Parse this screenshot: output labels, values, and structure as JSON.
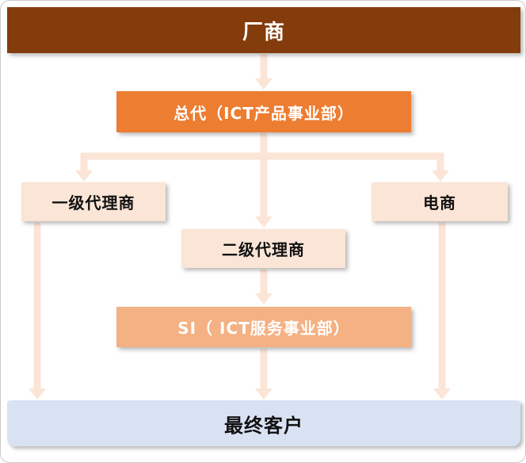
{
  "diagram": {
    "nodes": {
      "manufacturer": {
        "label": "厂商"
      },
      "general_agent": {
        "label": "总代（ICT产品事业部）"
      },
      "tier1_agent": {
        "label": "一级代理商"
      },
      "tier2_agent": {
        "label": "二级代理商"
      },
      "ecommerce": {
        "label": "电商"
      },
      "si": {
        "label": "SI（ ICT服务事业部）"
      },
      "final_customer": {
        "label": "最终客户"
      }
    },
    "connections": [
      {
        "from": "manufacturer",
        "to": "general_agent"
      },
      {
        "from": "general_agent",
        "to": "tier1_agent"
      },
      {
        "from": "general_agent",
        "to": "tier2_agent"
      },
      {
        "from": "general_agent",
        "to": "ecommerce"
      },
      {
        "from": "tier2_agent",
        "to": "si"
      },
      {
        "from": "tier1_agent",
        "to": "final_customer"
      },
      {
        "from": "si",
        "to": "final_customer"
      },
      {
        "from": "ecommerce",
        "to": "final_customer"
      }
    ],
    "colors": {
      "manufacturer_bg": "#843C0C",
      "general_agent_bg": "#ED7D31",
      "light_node_bg": "#FBE5D6",
      "si_bg": "#F4B183",
      "final_customer_bg": "#D9E2F3",
      "arrow_fill": "#FBE5D6",
      "light_text": "#FFFFFF",
      "dark_text": "#111111"
    }
  }
}
